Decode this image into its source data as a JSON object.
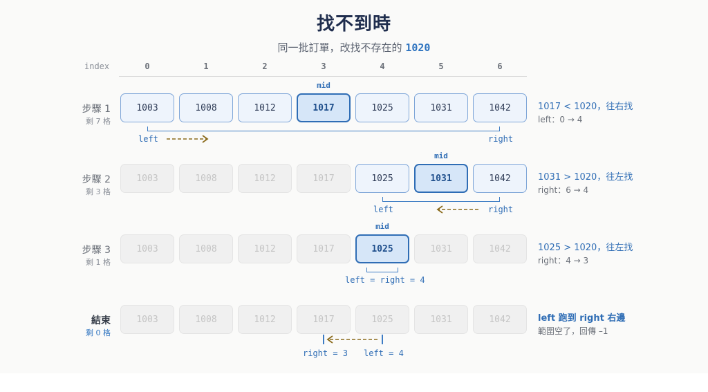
{
  "title": "找不到時",
  "subtitle": {
    "text": "同一批訂單，改找不存在的",
    "target": "1020"
  },
  "index_label": "index",
  "indices": [
    "0",
    "1",
    "2",
    "3",
    "4",
    "5",
    "6"
  ],
  "values": [
    "1003",
    "1008",
    "1012",
    "1017",
    "1025",
    "1031",
    "1042"
  ],
  "mid_label": "mid",
  "colors": {
    "accent": "#2f6db5",
    "arrow": "#8a6a1a"
  },
  "steps": [
    {
      "name": "步驟 1",
      "sub": "剩 7 格",
      "active": [
        0,
        1,
        2,
        3,
        4,
        5,
        6
      ],
      "mid": 3,
      "left_label": "left",
      "right_label": "right",
      "note_main": "1017 < 1020，往右找",
      "note_sub": "left：0 → 4"
    },
    {
      "name": "步驟 2",
      "sub": "剩 3 格",
      "active": [
        4,
        5,
        6
      ],
      "mid": 5,
      "left_label": "left",
      "right_label": "right",
      "note_main": "1031 > 1020，往左找",
      "note_sub": "right：6 → 4"
    },
    {
      "name": "步驟 3",
      "sub": "剩 1 格",
      "active": [
        4
      ],
      "mid": 4,
      "pointer_label": "left = right = 4",
      "note_main": "1025 > 1020，往左找",
      "note_sub": "right：4 → 3"
    },
    {
      "name": "結束",
      "sub": "剩 0 格",
      "active": [],
      "mid": null,
      "right_label": "right = 3",
      "left_label": "left = 4",
      "note_main": "left 跑到 right 右邊",
      "note_sub": "範圍空了，回傳 –1"
    }
  ]
}
